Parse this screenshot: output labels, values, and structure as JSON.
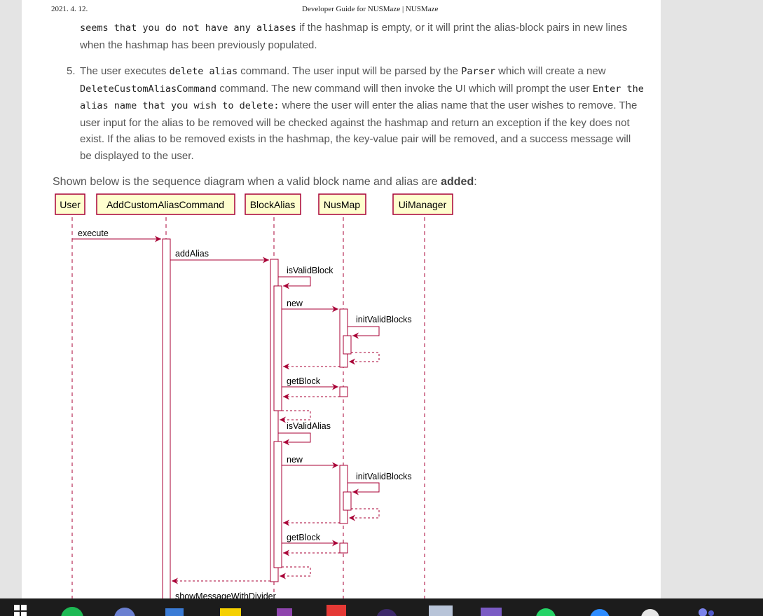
{
  "header": {
    "date": "2021. 4. 12.",
    "title": "Developer Guide for NUSMaze | NUSMaze"
  },
  "paragraph_top": {
    "code1": "seems that you do not have any aliases",
    "text1": " if the hashmap is empty, or it will print the alias-block pairs in new lines when the hashmap has been previously populated."
  },
  "step5": {
    "number": "5.",
    "t1": "The user executes ",
    "c1": "delete alias",
    "t2": " command. The user input will be parsed by the ",
    "c2": "Parser",
    "t3": " which will create a new ",
    "c3": "DeleteCustomAliasCommand",
    "t4": " command. The new command will then invoke the UI which will prompt the user ",
    "c4": "Enter the alias name that you wish to delete:",
    "t5": " where the user will enter the alias name that the user wishes to remove. The user input for the alias to be removed will be checked against the hashmap and return an exception if the key does not exist. If the alias to be removed exists in the hashmap, the key-value pair will be removed, and a success message will be displayed to the user."
  },
  "intro": {
    "text": "Shown below is the sequence diagram when a valid block name and alias are ",
    "bold": "added",
    "end": ":"
  },
  "diagram": {
    "participants": [
      "User",
      "AddCustomAliasCommand",
      "BlockAlias",
      "NusMap",
      "UiManager"
    ],
    "messages": {
      "execute": "execute",
      "addAlias": "addAlias",
      "isValidBlock": "isValidBlock",
      "new1": "new",
      "initValidBlocks1": "initValidBlocks",
      "getBlock1": "getBlock",
      "isValidAlias": "isValidAlias",
      "new2": "new",
      "initValidBlocks2": "initValidBlocks",
      "getBlock2": "getBlock",
      "showMessage": "showMessageWithDivider"
    },
    "colors": {
      "head_fill": "#fefece",
      "head_border": "#a80036",
      "arrow": "#a80036"
    }
  },
  "taskbar": {
    "icons": [
      "windows-icon",
      "spotify-icon",
      "app-icon",
      "app-icon",
      "app-icon",
      "app-icon",
      "app-icon",
      "app-icon",
      "app-icon",
      "app-icon",
      "whatsapp-icon",
      "app-icon",
      "app-icon",
      "teams-icon"
    ]
  }
}
